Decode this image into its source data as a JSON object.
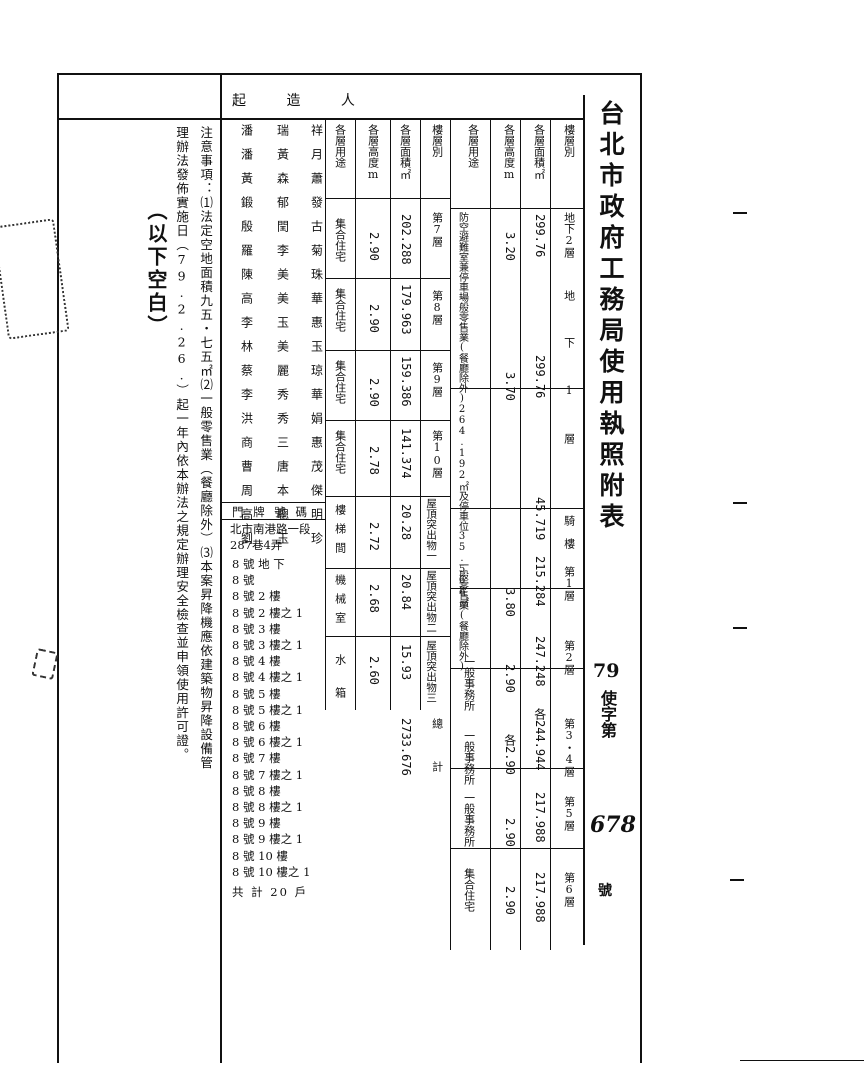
{
  "title": "台北市政府工務局使用執照附表",
  "document_no": {
    "prefix": "79",
    "middle": "使字第",
    "number": "678",
    "suffix": "號"
  },
  "builders_header": "起 造 人",
  "row_labels": {
    "floor": "樓層別",
    "area": "各層面積㎡",
    "height": "各層高度m",
    "use": "各層用途"
  },
  "upper_table": {
    "columns": [
      {
        "floor": "地下2層",
        "area": "299.76",
        "height": "3.20",
        "use": "防空避難室兼停車場"
      },
      {
        "floor": "地下1層",
        "area": "299.76",
        "height": "3.70",
        "use": "一般零售業(餐廳除外)264.192㎡及停車位35.568㎡"
      },
      {
        "floor": "騎樓",
        "area": "45.719",
        "height": "",
        "use": ""
      },
      {
        "floor": "第1層",
        "area": "215.284",
        "height": "3.80",
        "use": "一般零售業(餐廳除外)"
      },
      {
        "floor": "第2層",
        "area": "247.248",
        "height": "2.90",
        "use": "一般事務所"
      },
      {
        "floor": "第3・4層",
        "area": "各244.944",
        "height": "各2.90",
        "use": "一般事務所"
      },
      {
        "floor": "第5層",
        "area": "217.988",
        "height": "2.90",
        "use": "一般事務所"
      },
      {
        "floor": "第6層",
        "area": "217.988",
        "height": "2.90",
        "use": "集合住宅"
      }
    ]
  },
  "lower_table": {
    "columns": [
      {
        "floor": "第7層",
        "area": "202.288",
        "height": "2.90",
        "use": "集合住宅"
      },
      {
        "floor": "第8層",
        "area": "179.963",
        "height": "2.90",
        "use": "集合住宅"
      },
      {
        "floor": "第9層",
        "area": "159.386",
        "height": "2.90",
        "use": "集合住宅"
      },
      {
        "floor": "第10層",
        "area": "141.374",
        "height": "2.78",
        "use": "集合住宅"
      },
      {
        "floor": "屋頂突出物一",
        "area": "20.28",
        "height": "2.72",
        "use": "樓梯間"
      },
      {
        "floor": "屋頂突出物二",
        "area": "20.84",
        "height": "2.68",
        "use": "機械室"
      },
      {
        "floor": "屋頂突出物三",
        "area": "15.93",
        "height": "2.60",
        "use": "水箱"
      },
      {
        "floor": "總計",
        "area": "2733.676",
        "height": "",
        "use": ""
      }
    ]
  },
  "builder_names": [
    "祥月蕭發古菊珠華惠玉琼華娟惠茂傑明珍",
    "瑞黃森郁閏李美美玉美麗秀秀三唐本聰玉",
    "潘潘黃鍛殷羅陳高李林蔡李洪商曹周高劉"
  ],
  "address": {
    "header": "門 牌 號 碼",
    "street": "北市南港路一段287巷4弄",
    "units": [
      "8 號 地 下",
      "8 號",
      "8 號 2 樓",
      "8 號 2 樓之 1",
      "8 號 3 樓",
      "8 號 3 樓之 1",
      "8 號 4 樓",
      "8 號 4 樓之 1",
      "8 號 5 樓",
      "8 號 5 樓之 1",
      "8 號 6 樓",
      "8 號 6 樓之 1",
      "8 號 7 樓",
      "8 號 7 樓之 1",
      "8 號 8 樓",
      "8 號 8 樓之 1",
      "8 號 9 樓",
      "8 號 9 樓之 1",
      "8 號 10 樓",
      "8 號 10 樓之 1"
    ],
    "total": "共 計 20 戶"
  },
  "notes": {
    "line1": "注意事項：⑴法定空地面積九五・七五㎡⑵一般零售業（餐廳除外）⑶本案昇降機應依建築物昇降設備管",
    "line2": "理辦法發佈實施日（79.2.26.）起一年內依本辦法之規定辦理安全檢查並申領使用許可證。"
  },
  "blank_mark": "（以下空白）"
}
